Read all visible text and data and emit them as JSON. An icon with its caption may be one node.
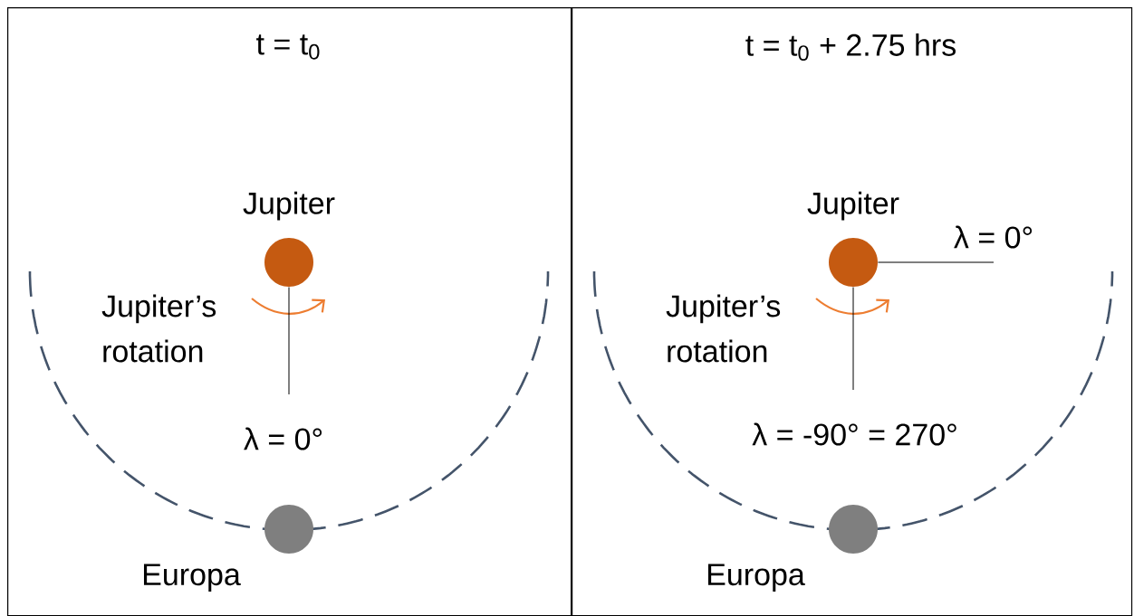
{
  "diagram": {
    "nodes": [
      {
        "text": [
          "t = t$_{0}$"
        ]
      },
      {
        "text": [
          "Jupiter"
        ],
        "in": 0
      },
      {
        "text": [
          "λ = 0°"
        ],
        "in": 0
      },
      {
        "text": [
          "Europa"
        ],
        "in": 0
      },
      {
        "text": [
          "t = t$_{0}$ + 2.75 hrs"
        ]
      },
      {
        "text": [
          "Jupiter"
        ],
        "in": 4
      },
      {
        "text": [
          "λ = 0°"
        ],
        "in": 4
      },
      {
        "text": [
          "λ = -90° = 270°"
        ],
        "in": 4
      },
      {
        "text": [
          "Europa"
        ],
        "in": 4
      }
    ],
    "edges": [
      {
        "from": 1,
        "to": 2,
        "arrow": "none"
      },
      {
        "from": 5,
        "to": 6,
        "arrow": "none"
      },
      {
        "from": 5,
        "to": 7,
        "arrow": "none"
      }
    ],
    "labels": [
      "Jupiter’s rotation",
      "Jupiter’s rotation"
    ]
  }
}
